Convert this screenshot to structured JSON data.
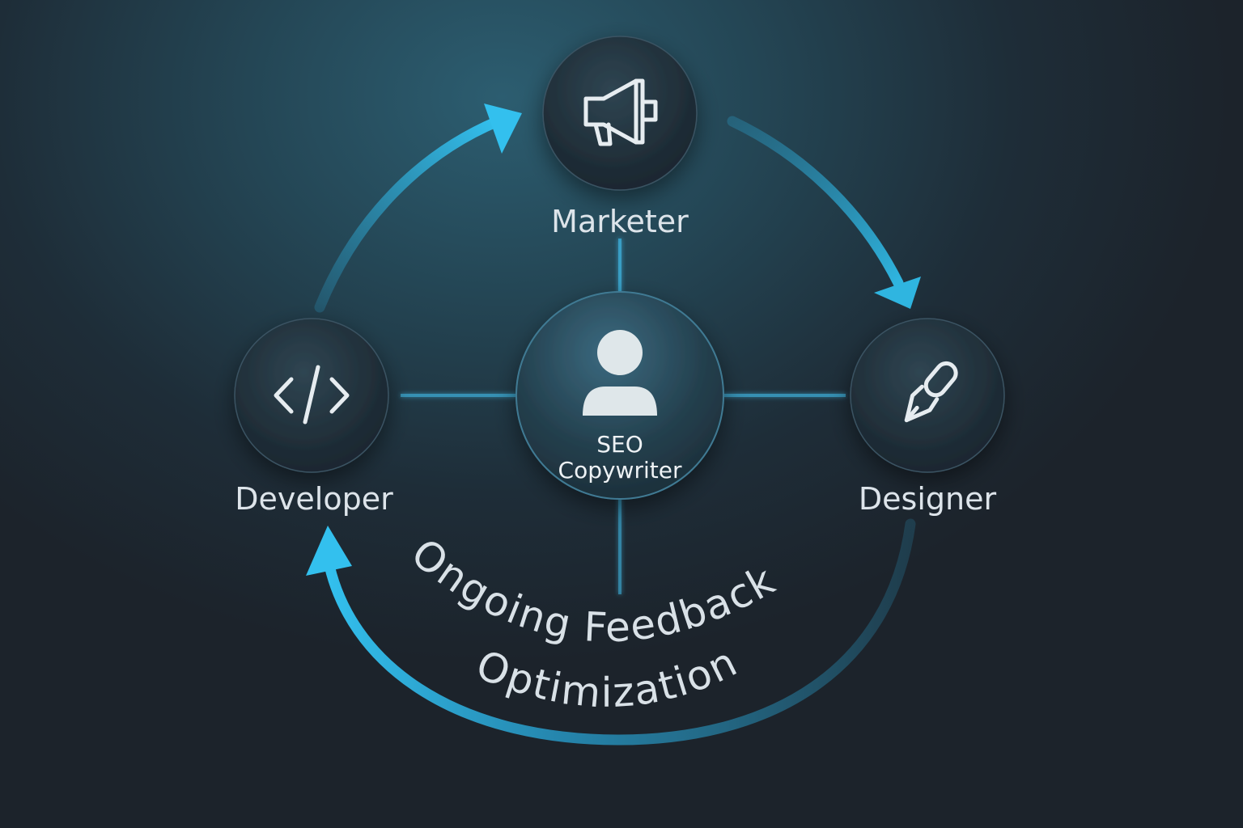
{
  "nodes": {
    "marketer": {
      "label": "Marketer",
      "icon": "megaphone-icon"
    },
    "designer": {
      "label": "Designer",
      "icon": "pen-nib-icon"
    },
    "developer": {
      "label": "Developer",
      "icon": "code-icon"
    },
    "center": {
      "line1": "SEO",
      "line2": "Copywriter",
      "icon": "user-icon"
    }
  },
  "cycle": {
    "line1": "Ongoing Feedback",
    "line2": "Optimization"
  },
  "colors": {
    "arrow": "#2fb5e0",
    "node_fill": "#22323d",
    "connector": "#3aa6cf",
    "text": "#dde4ea"
  }
}
